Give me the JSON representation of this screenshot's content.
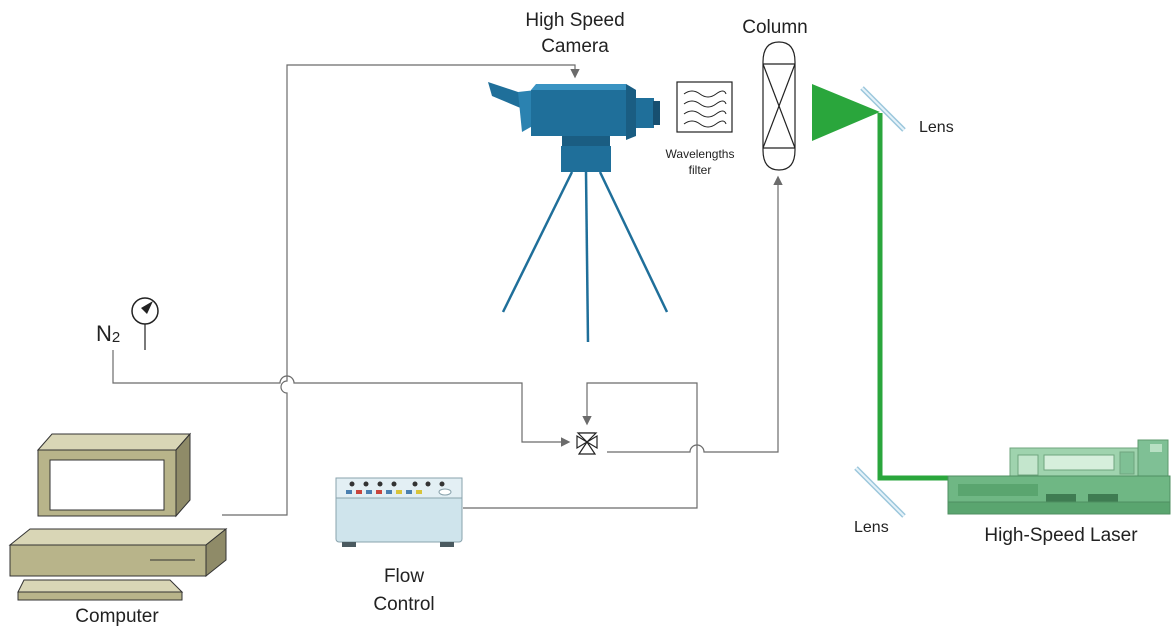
{
  "labels": {
    "camera_line1": "High Speed",
    "camera_line2": "Camera",
    "column": "Column",
    "filter_line1": "Wavelengths",
    "filter_line2": "filter",
    "lens_top": "Lens",
    "lens_bottom": "Lens",
    "n2_main": "N",
    "n2_sub": "2",
    "computer": "Computer",
    "flow_line1": "Flow",
    "flow_line2": "Control",
    "laser": "High-Speed Laser"
  },
  "colors": {
    "camera": "#1f6f9a",
    "beam": "#2aa63c",
    "pipe": "#6b6b6b",
    "computer_body": "#b8b48a",
    "computer_screen": "#ffffff",
    "flow_body": "#cfe4ec",
    "laser_body": "#6fb784",
    "lens": "#cfe6f2"
  },
  "icons": {
    "camera": "video-camera-icon",
    "tripod": "tripod-icon",
    "filter": "wave-filter-icon",
    "column": "packed-column-icon",
    "beam": "laser-beam-icon",
    "gauge": "pressure-gauge-icon",
    "valve": "control-valve-icon",
    "computer": "desktop-computer-icon",
    "flow_controller": "flow-controller-icon",
    "laser": "laser-device-icon",
    "lens": "lens-icon"
  }
}
